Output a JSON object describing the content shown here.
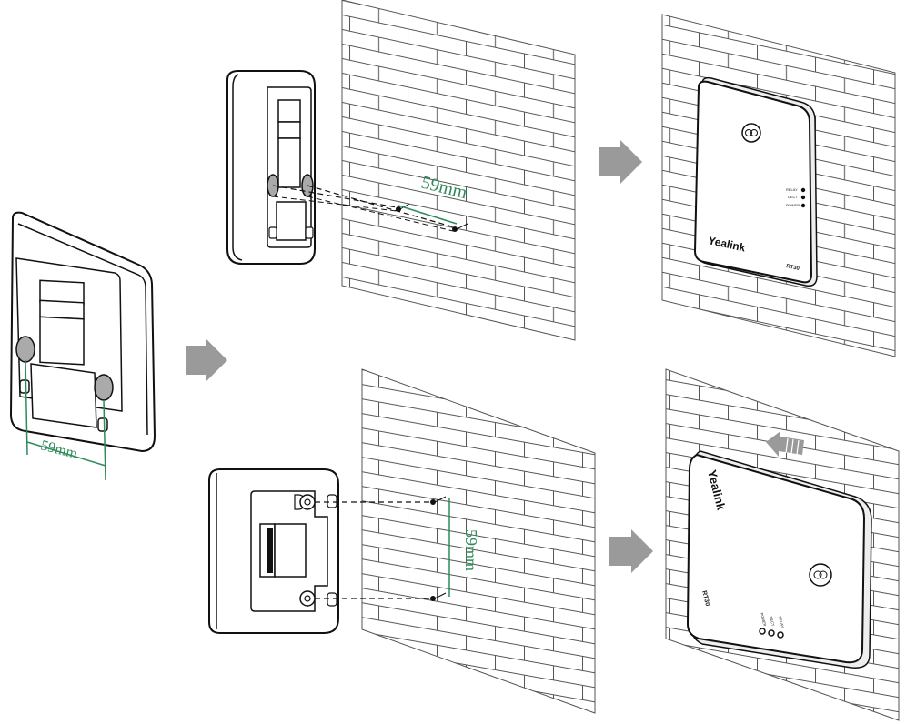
{
  "labels": {
    "dim_left": "59mm",
    "dim_top": "59mm",
    "dim_bottom": "59mm",
    "brand": "Yealink",
    "model": "RT30",
    "led_relay": "RELAY",
    "led_dect": "DECT",
    "led_power": "POWER"
  },
  "colors": {
    "dimension": "#2e8a5a",
    "arrow": "#9a9a9a",
    "line": "#111111"
  }
}
